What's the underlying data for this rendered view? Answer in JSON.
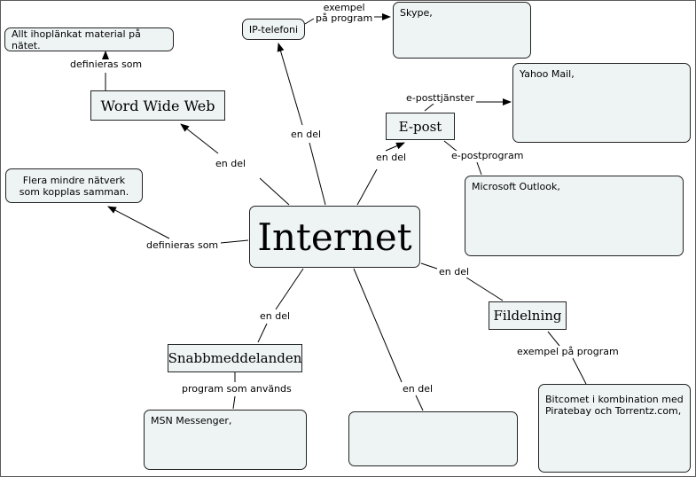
{
  "concepts": {
    "internet": "Internet",
    "www": "Word Wide Web",
    "epost": "E-post",
    "ip": "IP-telefoni",
    "fildelning": "Fildelning",
    "snabb": "Snabbmeddelanden"
  },
  "notes": {
    "allt": "Allt ihoplänkat material på nätet.",
    "flera": "Flera mindre nätverk som kopplas samman.",
    "skype": "Skype,",
    "yahoo": "Yahoo Mail,",
    "outlook": "Microsoft Outlook,",
    "bitcomet": "Bitcomet i kombination med Piratebay och Torrentz.com,",
    "msn": "MSN Messenger,",
    "empty": ""
  },
  "links": {
    "definieras_som_1": "definieras som",
    "definieras_som_2": "definieras som",
    "en_del_www": "en del",
    "en_del_ip": "en del",
    "en_del_epost": "en del",
    "en_del_fil": "en del",
    "en_del_snabb": "en del",
    "en_del_bottom": "en del",
    "exempel_pa_program_1": "exempel\npå program",
    "exempel_pa_program_2": "exempel på program",
    "e_posttjanster": "e-posttjänster",
    "e_postprogram": "e-postprogram",
    "program_som_anvands": "program som används"
  }
}
